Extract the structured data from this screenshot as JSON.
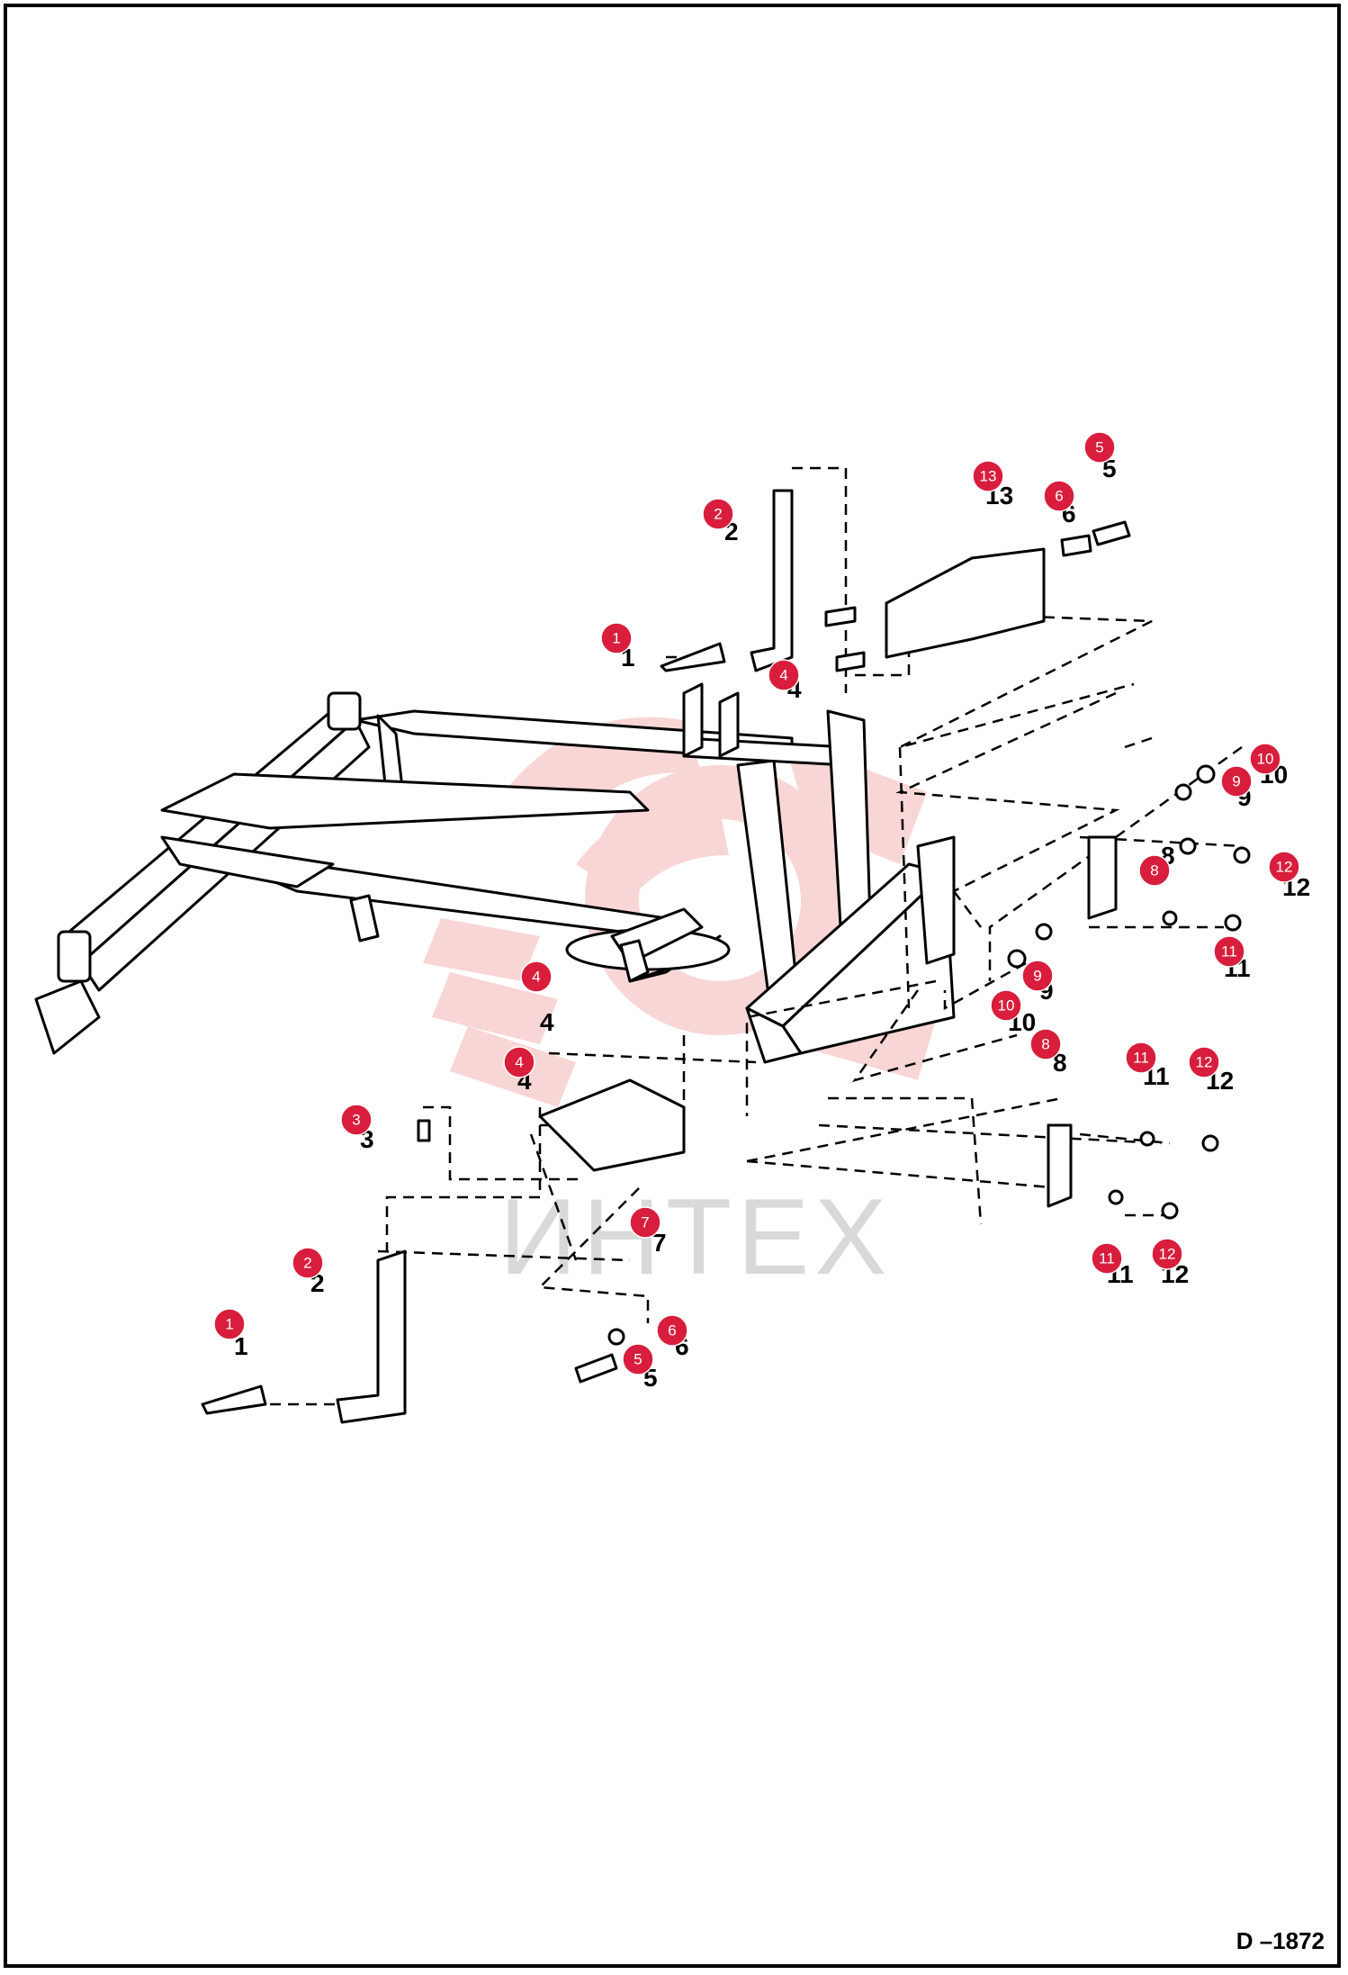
{
  "watermark": {
    "text": "ИНТЕХ",
    "logo": "gear-logo",
    "color": "#f4b5b5"
  },
  "diagram_code": "D –1872",
  "callout_color": "#d81e3c",
  "callouts": [
    {
      "label": "1"
    },
    {
      "label": "2"
    },
    {
      "label": "13"
    },
    {
      "label": "6"
    },
    {
      "label": "5"
    },
    {
      "label": "4"
    },
    {
      "label": "10"
    },
    {
      "label": "9"
    },
    {
      "label": "8"
    },
    {
      "label": "12"
    },
    {
      "label": "11"
    },
    {
      "label": "9"
    },
    {
      "label": "10"
    },
    {
      "label": "8"
    },
    {
      "label": "4"
    },
    {
      "label": "4"
    },
    {
      "label": "3"
    },
    {
      "label": "11"
    },
    {
      "label": "12"
    },
    {
      "label": "7"
    },
    {
      "label": "2"
    },
    {
      "label": "1"
    },
    {
      "label": "6"
    },
    {
      "label": "5"
    },
    {
      "label": "11"
    },
    {
      "label": "12"
    }
  ],
  "ref_numbers": [
    "1",
    "2",
    "4",
    "13",
    "6",
    "5",
    "10",
    "9",
    "8",
    "12",
    "11",
    "9",
    "10",
    "8",
    "4",
    "4",
    "3",
    "11",
    "12",
    "7",
    "2",
    "1",
    "6",
    "5",
    "11",
    "12"
  ]
}
